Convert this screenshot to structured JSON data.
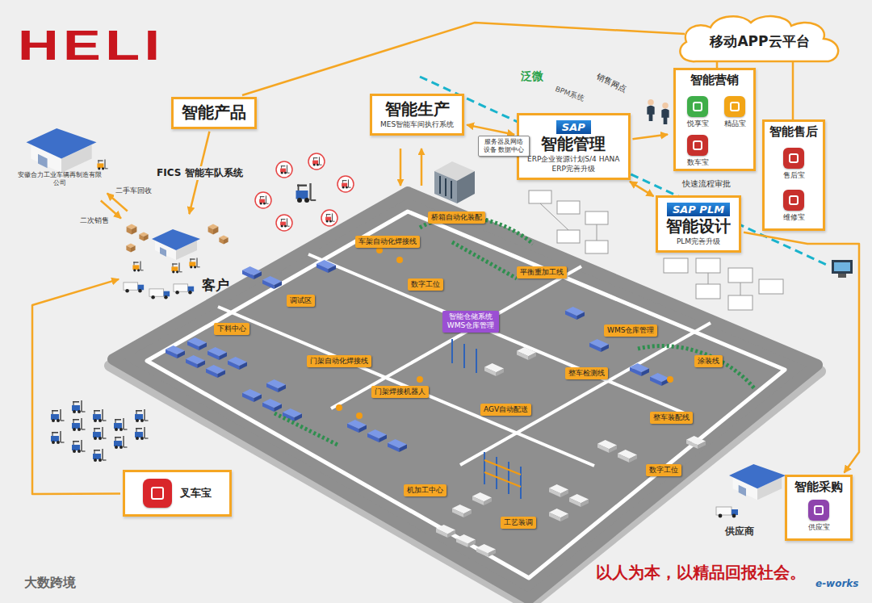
{
  "diagram": {
    "nodes": [
      {
        "text": [
          "智能产品"
        ]
      },
      {
        "text": [
          "智能生产",
          "MES智能车间执行系统"
        ]
      },
      {
        "text": [
          "SAP",
          "智能管理",
          "ERP企业资源计划S/4 HANA",
          "ERP完善升级"
        ]
      },
      {
        "text": [
          "SAP PLM",
          "智能设计",
          "PLM完善升级"
        ]
      },
      {
        "text": [
          "移动APP云平台"
        ]
      },
      {
        "text": [
          "智能营销"
        ],
        "in": 4
      },
      {
        "text": [
          "悦享宝"
        ],
        "in": 5
      },
      {
        "text": [
          "精品宝"
        ],
        "in": 5
      },
      {
        "text": [
          "数车宝"
        ],
        "in": 5
      },
      {
        "text": [
          "智能售后"
        ],
        "in": 4
      },
      {
        "text": [
          "售后宝"
        ],
        "in": 9
      },
      {
        "text": [
          "维修宝"
        ],
        "in": 9
      },
      {
        "text": [
          "安徽合力工业车辆再制造有限公司"
        ]
      },
      {
        "text": [
          "客户"
        ]
      },
      {
        "text": [
          "叉车宝"
        ]
      },
      {
        "text": [
          "智能采购"
        ]
      },
      {
        "text": [
          "供应宝"
        ],
        "in": 15
      },
      {
        "text": [
          "服务器及网络设备 数据中心"
        ]
      },
      {
        "text": [
          "车架自动化焊接线"
        ]
      },
      {
        "text": [
          "桥箱自动化装配"
        ]
      },
      {
        "text": [
          "平衡重加工线"
        ]
      },
      {
        "text": [
          "智能仓储系统 WMS仓库管理"
        ]
      },
      {
        "text": [
          "数字工位"
        ]
      },
      {
        "text": [
          "门架自动化焊接线"
        ]
      },
      {
        "text": [
          "门架焊接机器人"
        ]
      },
      {
        "text": [
          "AGV自动配送"
        ]
      },
      {
        "text": [
          "整车装配线"
        ]
      },
      {
        "text": [
          "涂装线"
        ]
      },
      {
        "text": [
          "机加工中心"
        ]
      },
      {
        "text": [
          "下料中心"
        ]
      },
      {
        "text": [
          "调试区"
        ]
      },
      {
        "text": [
          "WMS仓库管理"
        ]
      },
      {
        "text": [
          "整车检测线"
        ]
      },
      {
        "text": [
          "数字工位"
        ]
      },
      {
        "text": [
          "工艺装调"
        ]
      }
    ],
    "edges": [
      {
        "from": 0,
        "to": 13,
        "arrow": "to",
        "label": "FICS 智能车队系统"
      },
      {
        "from": 12,
        "to": 13,
        "arrow": "to",
        "label": "二次销售"
      },
      {
        "from": 13,
        "to": 12,
        "arrow": "to",
        "label": "二手车回收"
      },
      {
        "from": 14,
        "to": 13,
        "arrow": "to"
      },
      {
        "from": 1,
        "to": 2,
        "arrow": "both"
      },
      {
        "from": 2,
        "to": 3,
        "arrow": "both"
      },
      {
        "from": 2,
        "to": 4,
        "arrow": "to"
      },
      {
        "from": 3,
        "to": 15,
        "arrow": "to"
      }
    ],
    "labels": [
      "HELI",
      "泛微",
      "BPM系统",
      "销售网点",
      "快速流程审批",
      "供应商",
      "以人为本，以精品回报社会。",
      "大数跨境",
      "e-works"
    ]
  }
}
